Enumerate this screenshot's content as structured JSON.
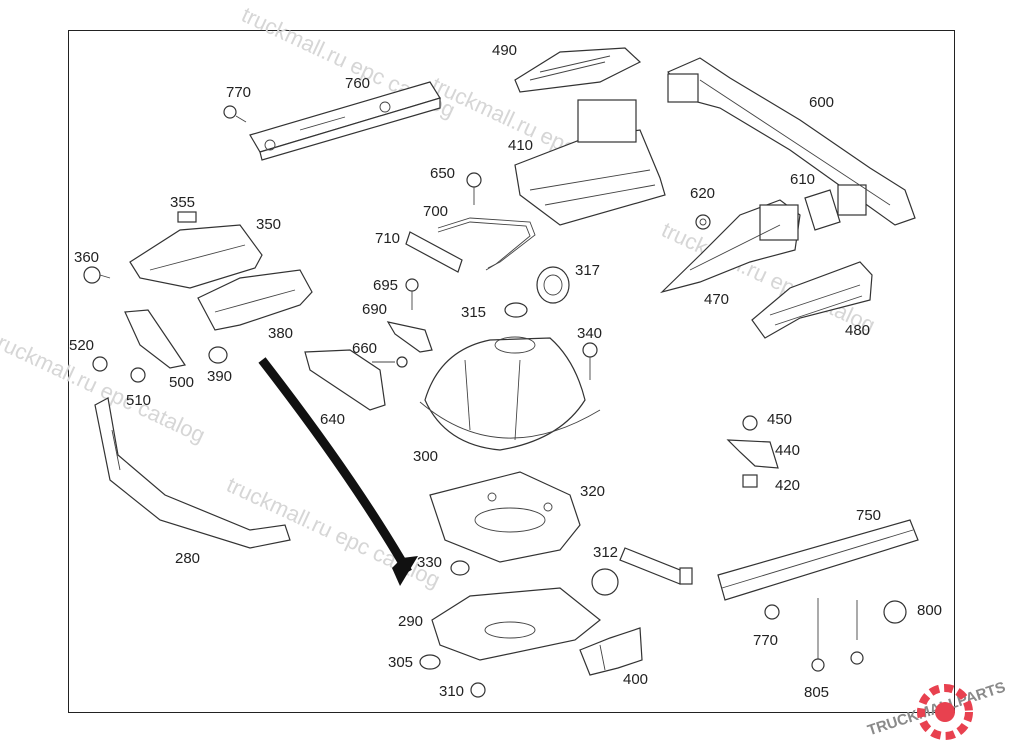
{
  "watermarks": [
    "truckmall.ru epc catalog",
    "truckmall.ru epc catalog",
    "truckmall.ru epc catalog",
    "truckmall.ru epc catalog",
    "truckmall.ru epc catalog"
  ],
  "logo": {
    "text": "TRUCKMALLPARTS",
    "accent": "#e8414f"
  },
  "colors": {
    "line": "#333333",
    "label": "#222222",
    "watermark": "#d6d6d6"
  },
  "labels": {
    "p770a": "770",
    "p760": "760",
    "p490": "490",
    "p600": "600",
    "p410": "410",
    "p650": "650",
    "p620": "620",
    "p610": "610",
    "p355": "355",
    "p350": "350",
    "p700": "700",
    "p710": "710",
    "p360": "360",
    "p317": "317",
    "p695": "695",
    "p470": "470",
    "p690": "690",
    "p315": "315",
    "p480": "480",
    "p380": "380",
    "p340": "340",
    "p520": "520",
    "p660": "660",
    "p500": "500",
    "p390": "390",
    "p510": "510",
    "p640": "640",
    "p450": "450",
    "p440": "440",
    "p300": "300",
    "p420": "420",
    "p320": "320",
    "p750": "750",
    "p280": "280",
    "p312": "312",
    "p330": "330",
    "p800": "800",
    "p290": "290",
    "p770b": "770",
    "p305": "305",
    "p400": "400",
    "p310": "310",
    "p805": "805"
  }
}
